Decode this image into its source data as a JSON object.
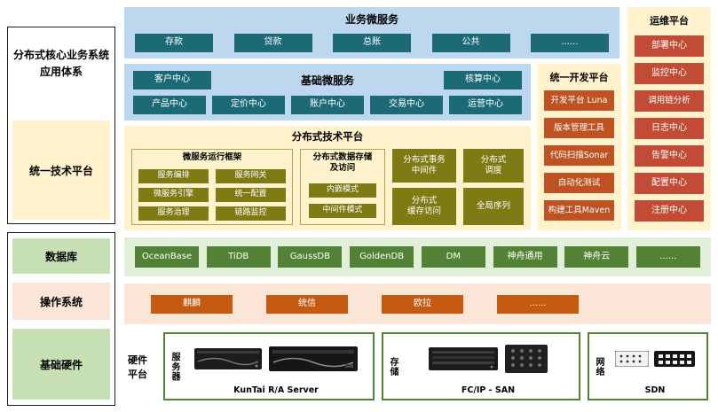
{
  "left_column": {
    "app_system": "分布式核心业务系统\n应用体系",
    "unified_tech": "统一技术平台",
    "database": "数据库",
    "os": "操作系统",
    "hardware": "基础硬件"
  },
  "business": {
    "title": "业务微服务",
    "items": [
      "存款",
      "贷款",
      "总账",
      "公共",
      "......"
    ]
  },
  "basic": {
    "title": "基础微服务",
    "customer_center": "客户中心",
    "accounting_center": "核算中心",
    "row2": [
      "产品中心",
      "定价中心",
      "账户中心",
      "交易中心",
      "运营中心"
    ]
  },
  "dev": {
    "title": "统一开发平台",
    "items": [
      "开发平台 Luna",
      "版本管理工具",
      "代码扫描Sonar",
      "自动化测试",
      "构建工具Maven"
    ]
  },
  "ops": {
    "title": "运维平台",
    "items": [
      "部署中心",
      "监控中心",
      "调用链分析",
      "日志中心",
      "告警中心",
      "配置中心",
      "注册中心"
    ]
  },
  "dist": {
    "title": "分布式技术平台",
    "runtime": {
      "title": "微服务运行框架",
      "items": [
        "服务编排",
        "服务网关",
        "微服务引擎",
        "统一配置",
        "服务治理",
        "链路监控"
      ]
    },
    "storage": {
      "title": "分布式数据存储\n及访问",
      "items": [
        "内嵌模式",
        "中间件模式"
      ]
    },
    "others": [
      "分布式事务\n中间件",
      "分布式\n调度",
      "分布式\n缓存访问",
      "全局序列"
    ]
  },
  "db_row": {
    "items": [
      "OceanBase",
      "TiDB",
      "GaussDB",
      "GoldenDB",
      "DM",
      "神舟通用",
      "神舟云",
      "......"
    ]
  },
  "os_row": {
    "items": [
      "麒麟",
      "统信",
      "欧拉",
      "......"
    ]
  },
  "hardware": {
    "platform_label": "硬件平台",
    "server": {
      "label": "服务器",
      "caption": "KunTai R/A Server"
    },
    "storage": {
      "label": "存储",
      "caption": "FC/IP - SAN"
    },
    "network": {
      "label": "网络",
      "caption": "SDN"
    }
  },
  "colors": {
    "panel_blue": "#BDD7EE",
    "panel_cream": "#FFF2CC",
    "teal_node": "#1D6A77",
    "olive_node": "#7E7A14",
    "green_node": "#538135",
    "green_strip": "#E2EFDA",
    "green_label": "#C6E0B4",
    "orange_strip": "#FBE5D6",
    "orange_node": "#C55A11",
    "dev_node": "#BE5222",
    "ops_node": "#C14B35",
    "hardware_border": "#538135"
  }
}
